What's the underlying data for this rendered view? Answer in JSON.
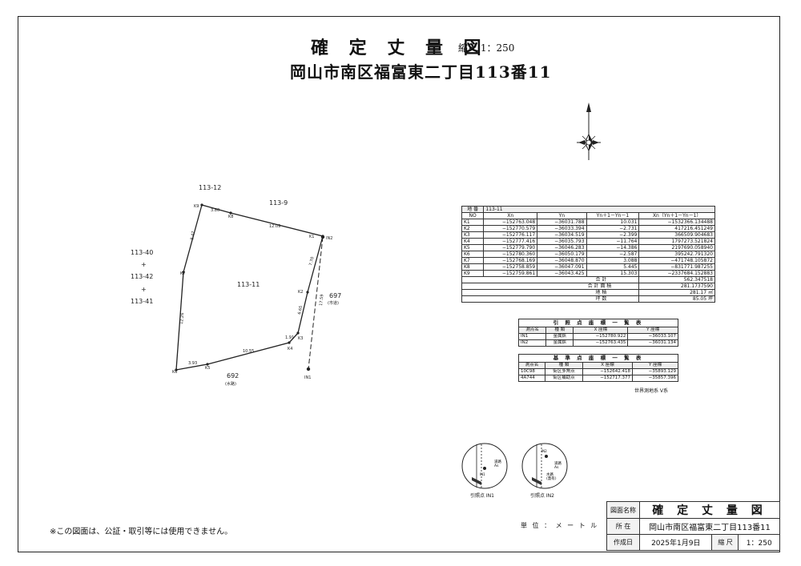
{
  "header": {
    "title": "確 定 丈 量 図",
    "scale": "縮尺 1：250",
    "address": "岡山市南区福富東二丁目113番11"
  },
  "map": {
    "parcel_label": "113-11",
    "neighbors": {
      "top_left": "113-12",
      "top_right": "113-9",
      "left_stack": [
        "113-40",
        "+",
        "113-42",
        "+",
        "113-41"
      ],
      "right": "697",
      "right_sub": "(市道)",
      "bottom": "692",
      "bottom_sub": "(水路)"
    },
    "points": {
      "k1": "K1",
      "k2": "K2",
      "k3": "K3",
      "k4": "K4",
      "k5": "K5",
      "k6": "K6",
      "k7": "K7",
      "k8": "K8",
      "k9": "K9",
      "in1": "IN1",
      "in2": "IN2"
    },
    "distances": {
      "k9_k8": "3.80",
      "k8_k1": "12.09",
      "k9_k7": "8.47",
      "k7_k6": "12.26",
      "k6_k5": "3.93",
      "k5_k4": "10.55",
      "k4_k3": "1.91",
      "k3_k2": "6.65",
      "k2_k1": "7.70",
      "in1_in2": "17.59"
    }
  },
  "coord_table": {
    "header_label": "地 番",
    "header_value": "113-11",
    "columns": [
      "NO",
      "Xn",
      "Yn",
      "Yn＋1－Yn－1",
      "Xn（Yn＋1－Yn－1）"
    ],
    "rows": [
      [
        "K1",
        "−152763.048",
        "−36031.788",
        "10.031",
        "−1532366.134488"
      ],
      [
        "K2",
        "−152770.579",
        "−36033.394",
        "−2.731",
        "417216.451249"
      ],
      [
        "K3",
        "−152776.117",
        "−36034.519",
        "−2.399",
        "366509.904683"
      ],
      [
        "K4",
        "−152777.416",
        "−36035.793",
        "−11.764",
        "1797273.521824"
      ],
      [
        "K5",
        "−152779.790",
        "−36046.283",
        "−14.386",
        "2197690.058940"
      ],
      [
        "K6",
        "−152780.360",
        "−36050.179",
        "−2.587",
        "395242.791320"
      ],
      [
        "K7",
        "−152768.169",
        "−36048.870",
        "3.088",
        "−471748.105872"
      ],
      [
        "K8",
        "−152758.859",
        "−36047.091",
        "5.445",
        "−831771.987255"
      ],
      [
        "K9",
        "−152759.861",
        "−36043.425",
        "15.303",
        "−2337684.152883"
      ]
    ],
    "total_label": "合 計",
    "total_value": "562.347518",
    "area_total_label": "合 計 面 積",
    "area_total_value": "281.1737590",
    "area_label": "地 積",
    "area_value": "281.17",
    "area_unit": "㎡",
    "tsubo_label": "坪 数",
    "tsubo_value": "85.05",
    "tsubo_unit": "坪"
  },
  "reference_table": {
    "title": "引 照 点 座 標 一 覧 表",
    "columns": [
      "測点名",
      "種 類",
      "X 座標",
      "Y 座標"
    ],
    "rows": [
      [
        "IN1",
        "金属鋲",
        "−152780.922",
        "−36033.107"
      ],
      [
        "IN2",
        "金属鋲",
        "−152763.435",
        "−36031.134"
      ]
    ]
  },
  "benchmark_table": {
    "title": "基 準 点 座 標 一 覧 表",
    "columns": [
      "測点名",
      "種 類",
      "X 座標",
      "Y 座標"
    ],
    "rows": [
      [
        "10C98",
        "街区多角点",
        "−152642.418",
        "−35893.129"
      ],
      [
        "4A744",
        "街区補助点",
        "−152717.377",
        "−35857.396"
      ]
    ],
    "datum": "世界測地系 Ⅴ系"
  },
  "sketches": [
    {
      "caption": "引照点 IN1",
      "mark": "IN1",
      "note": "道路\nAs"
    },
    {
      "caption": "引照点 IN2",
      "mark": "IN2",
      "note": "道路\nAs",
      "note2": "水路\n(蓋有)"
    }
  ],
  "footer": {
    "note": "※この図面は、公証・取引等には使用できません。",
    "unit": "単 位 ： メ ー ト ル"
  },
  "title_block": {
    "drawing_name_label": "図面名称",
    "drawing_name": "確 定 丈 量 図",
    "location_label": "所 在",
    "location": "岡山市南区福富東二丁目113番11",
    "date_label": "作成日",
    "date": "2025年1月9日",
    "scale_label": "縮 尺",
    "scale": "1：250"
  }
}
